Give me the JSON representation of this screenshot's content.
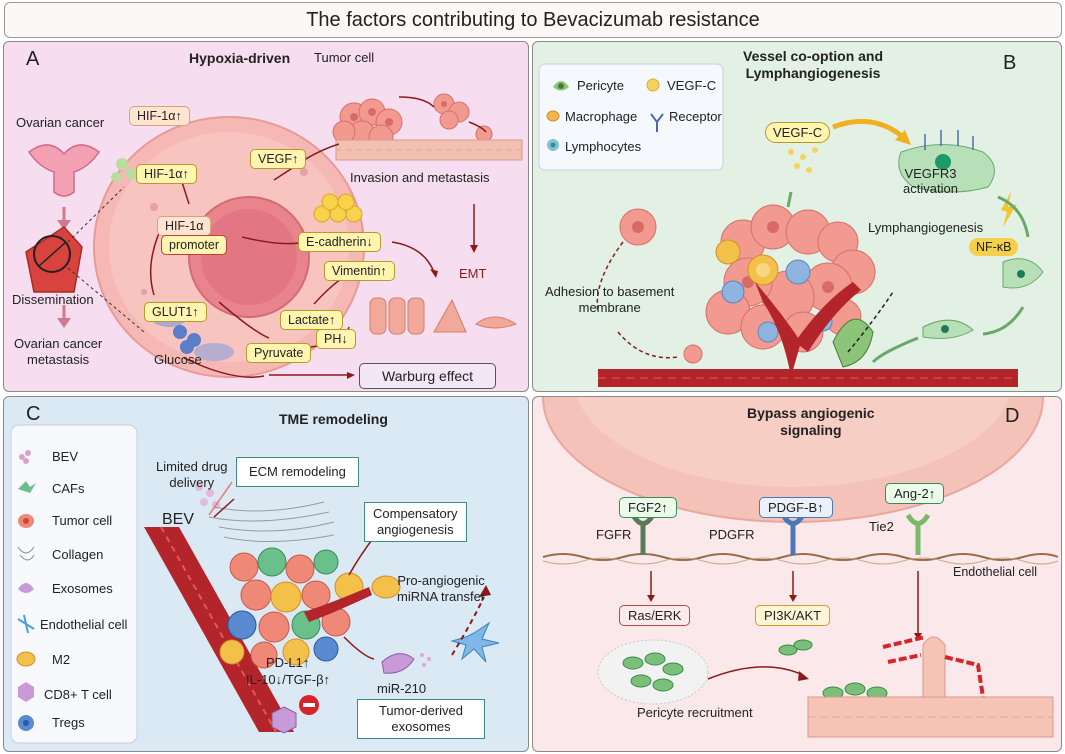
{
  "title": "The factors contributing to Bevacizumab resistance",
  "panel_a": {
    "letter": "A",
    "title": "Hypoxia-driven",
    "labels": {
      "ovarian_cancer": "Ovarian cancer",
      "dissemination": "Dissemination",
      "metastasis": "Ovarian cancer\nmetastasis",
      "tumor_cell": "Tumor cell",
      "invasion": "Invasion and metastasis",
      "emt": "EMT",
      "glucose": "Glucose"
    },
    "tags": {
      "hif_top": "HIF-1α↑",
      "hif_mid": "HIF-1α↑",
      "hif_promoter_label": "HIF-1α",
      "promoter": "promoter",
      "vegf": "VEGF↑",
      "ecadherin": "E-cadherin↓",
      "vimentin": "Vimentin↑",
      "glut1": "GLUT1↑",
      "lactate": "Lactate↑",
      "ph": "PH↓",
      "pyruvate": "Pyruvate",
      "warburg": "Warburg effect"
    }
  },
  "panel_b": {
    "letter": "B",
    "title": "Vessel co-option and\nLymphangiogenesis",
    "legend": [
      "Pericyte",
      "VEGF-C",
      "Macrophage",
      "Receptor",
      "Lymphocytes"
    ],
    "labels": {
      "vegfc": "VEGF-C",
      "vegfr3": "VEGFR3\nactivation",
      "lymphangiogenesis": "Lymphangiogenesis",
      "nfkb": "NF-κB",
      "adhesion": "Adhesion to basement\nmembrane"
    }
  },
  "panel_c": {
    "letter": "C",
    "title": "TME remodeling",
    "legend": [
      "BEV",
      "CAFs",
      "Tumor cell",
      "Collagen",
      "Exosomes",
      "Endothelial cell",
      "M2",
      "CD8+ T cell",
      "Tregs"
    ],
    "labels": {
      "limited": "Limited drug\ndelivery",
      "ecm": "ECM remodeling",
      "bev": "BEV",
      "compensatory": "Compensatory\nangiogenesis",
      "proangio": "Pro-angiogenic\nmiRNA transfer",
      "pdl1": "PD-L1↑",
      "il10": "IL-10↓/TGF-β↑",
      "mir210": "miR-210",
      "exosomes": "Tumor-derived\nexosomes"
    }
  },
  "panel_d": {
    "letter": "D",
    "title": "Bypass angiogenic\nsignaling",
    "labels": {
      "fgf2": "FGF2↑",
      "pdgfb": "PDGF-B↑",
      "ang2": "Ang-2↑",
      "fgfr": "FGFR",
      "pdgfr": "PDGFR",
      "tie2": "Tie2",
      "endothelial": "Endothelial cell",
      "raserk": "Ras/ERK",
      "pi3k": "PI3K/AKT",
      "pericyte": "Pericyte recruitment"
    }
  },
  "colors": {
    "panel_a_bg": "#f6def0",
    "panel_b_bg": "#e3f0e4",
    "panel_c_bg": "#dbe9f4",
    "panel_d_bg": "#fbe8ea",
    "arrow": "#8b1a1a",
    "vessel": "#b3252a",
    "tumor": "#f29a90"
  }
}
